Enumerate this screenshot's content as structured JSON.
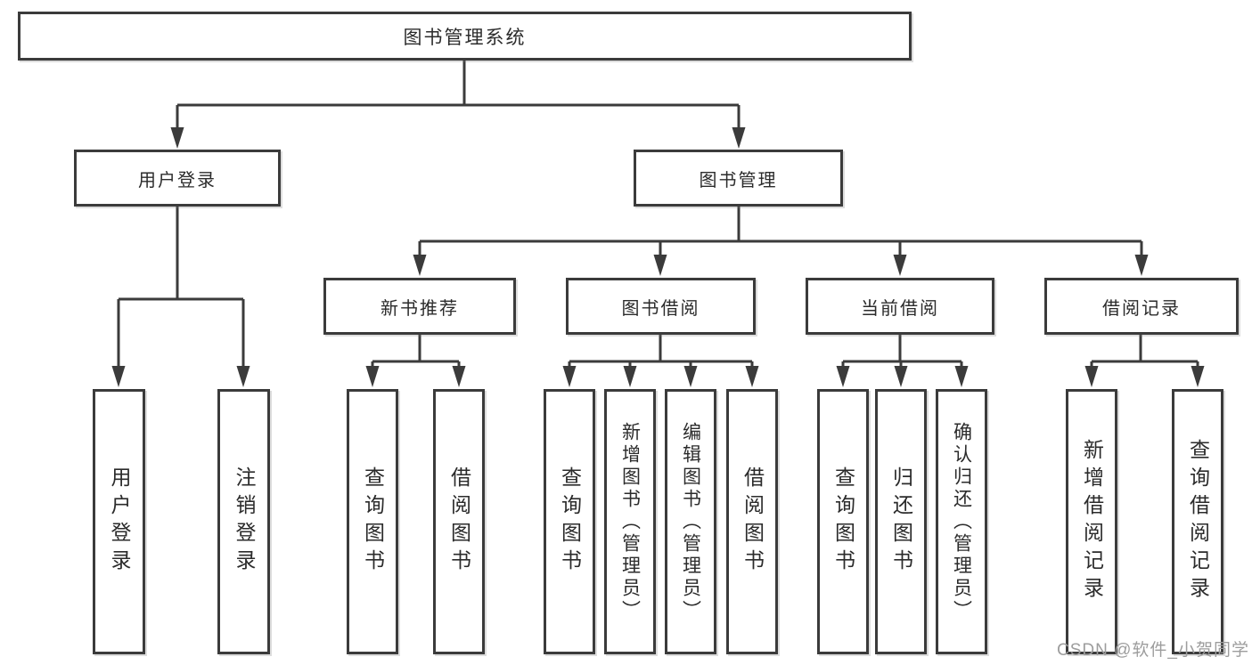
{
  "diagram": {
    "type": "tree",
    "tree": {
      "root": {
        "label": "图书管理系统"
      },
      "branches": [
        {
          "label": "用户登录",
          "children": [
            {
              "label": "用户登录"
            },
            {
              "label": "注销登录"
            }
          ]
        },
        {
          "label": "图书管理",
          "children": [
            {
              "label": "新书推荐",
              "children": [
                {
                  "label": "查询图书"
                },
                {
                  "label": "借阅图书"
                }
              ]
            },
            {
              "label": "图书借阅",
              "children": [
                {
                  "label": "查询图书"
                },
                {
                  "label": "新增图书（管理员）"
                },
                {
                  "label": "编辑图书（管理员）"
                },
                {
                  "label": "借阅图书"
                }
              ]
            },
            {
              "label": "当前借阅",
              "children": [
                {
                  "label": "查询图书"
                },
                {
                  "label": "归还图书"
                },
                {
                  "label": "确认归还（管理员）"
                }
              ]
            },
            {
              "label": "借阅记录",
              "children": [
                {
                  "label": "新增借阅记录"
                },
                {
                  "label": "查询借阅记录"
                }
              ]
            }
          ]
        }
      ]
    },
    "colors": {
      "line": "#3b3b3b",
      "box_border": "#3b3b3b",
      "box_fill": "#ffffff",
      "text": "#2b2b2b",
      "watermark": "#9d9d9d",
      "background": "#ffffff"
    }
  },
  "watermark": {
    "text": "CSDN @软件_小贺同学"
  }
}
